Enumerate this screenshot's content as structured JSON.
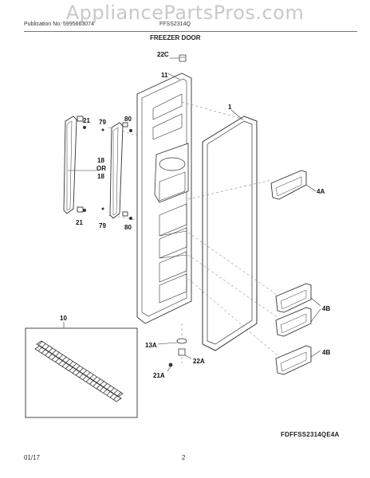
{
  "watermark": "AppliancePartsPros.com",
  "header": {
    "publication": "Publication No: 5995663074",
    "model": "FFSS2314Q"
  },
  "title": "FREEZER DOOR",
  "callouts": {
    "door_gasket": "1",
    "door_assembly": "11",
    "cap": "22C",
    "bin_top": "4A",
    "bin_middle": "4B",
    "bin_bottom": "4B",
    "handle_screw_top": "21",
    "handle_screw_bottom": "21",
    "handle_mount_top": "79",
    "handle_mount_bottom": "79",
    "handle_cap_top": "80",
    "handle_cap_bottom": "80",
    "handle_18": "18",
    "handle_or": "OR",
    "handle_18_alt": "18",
    "trim": "10",
    "hinge_13a": "13A",
    "hinge_22a": "22A",
    "hinge_21a": "21A"
  },
  "diagram_code": "FDFFSS2314QE4A",
  "footer": {
    "date": "01/17",
    "page": "2"
  }
}
